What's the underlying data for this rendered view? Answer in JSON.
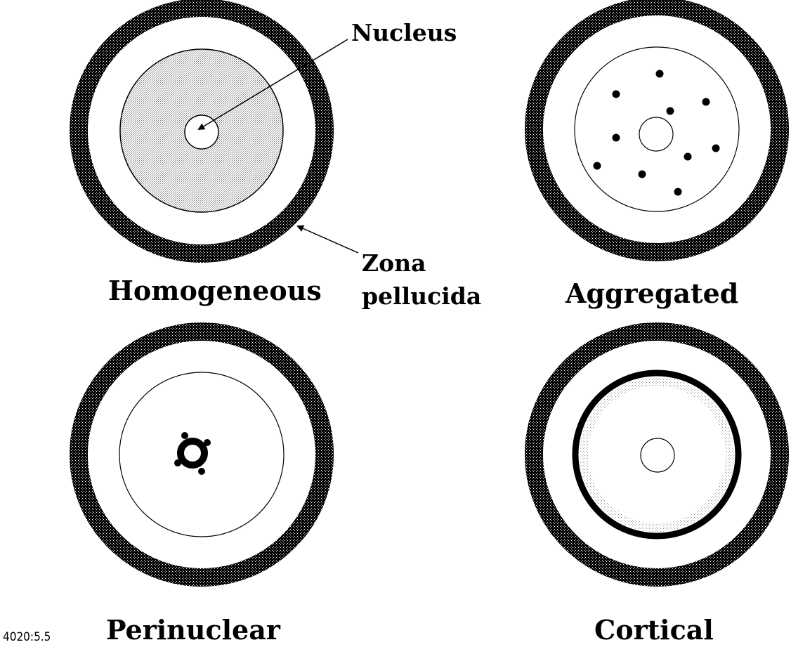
{
  "labels": {
    "nucleus": "Nucleus",
    "zona_line1": "Zona",
    "zona_line2": "pellucida",
    "homogeneous": "Homogeneous",
    "aggregated": "Aggregated",
    "perinuclear": "Perinuclear",
    "cortical": "Cortical",
    "figure_code": "4020:5.5"
  },
  "colors": {
    "ink": "#000000",
    "background": "#ffffff",
    "stipple": "#8c8c8c"
  }
}
